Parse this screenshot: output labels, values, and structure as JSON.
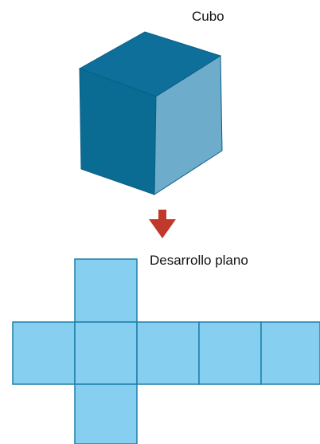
{
  "title": "Cubo",
  "net_label": "Desarrollo plano",
  "colors": {
    "cube_top": "#0e6f9a",
    "cube_front": "#0a6b93",
    "cube_side": "#6eaccb",
    "cube_edge": "#0b5f86",
    "net_fill": "#86cff0",
    "net_stroke": "#1f7fa8",
    "arrow": "#c0392b"
  },
  "net": {
    "faces": [
      "top",
      "left",
      "center",
      "right",
      "back",
      "bottom"
    ]
  }
}
